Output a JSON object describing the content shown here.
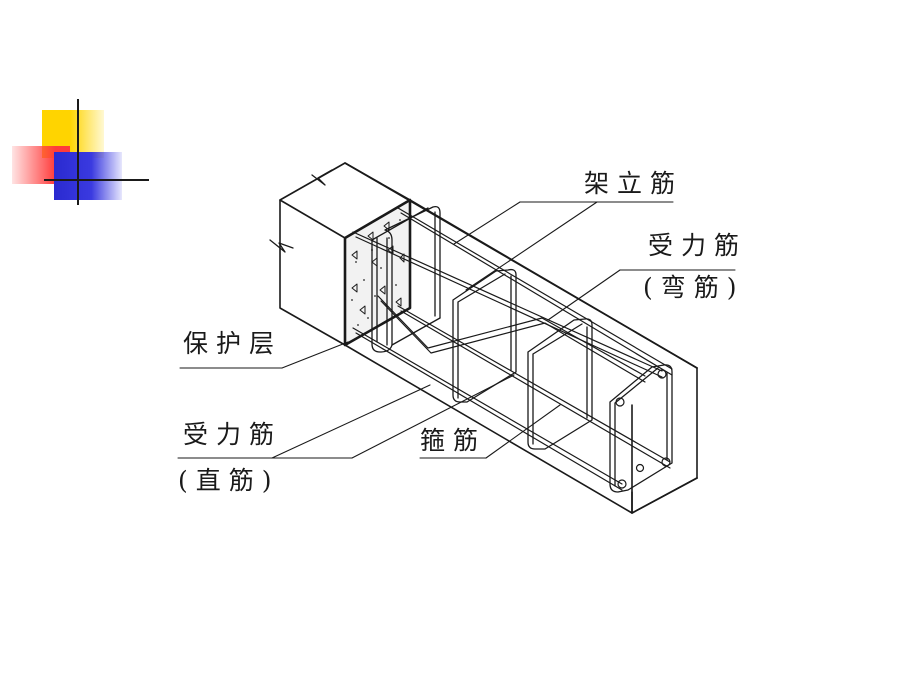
{
  "colors": {
    "line": "#1a1a1a",
    "deco_yellow": "#ffd400",
    "deco_red": "#ff3b3b",
    "deco_blue": "#2a2ad0"
  },
  "labels": {
    "erection_bar": "架立筋",
    "bent_bar_title": "受力筋",
    "bent_bar_sub": "(弯筋)",
    "cover": "保护层",
    "straight_bar_title": "受力筋",
    "straight_bar_sub": "(直筋)",
    "stirrup": "箍筋"
  }
}
